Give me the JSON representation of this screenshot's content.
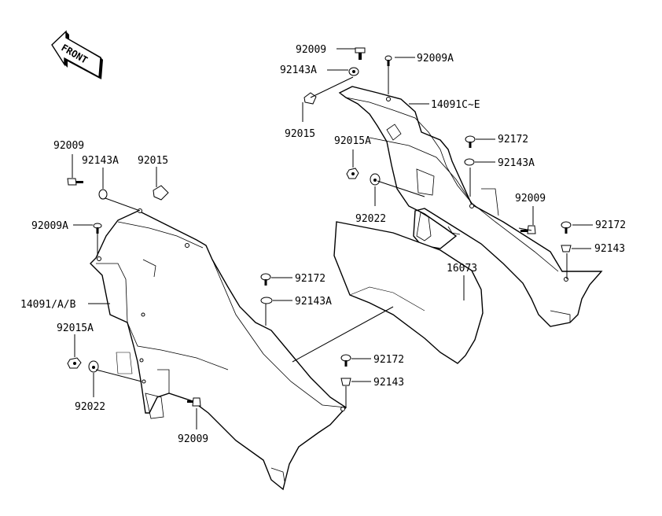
{
  "diagram": {
    "front_arrow_text": "FRONT",
    "callouts": {
      "r_92009": "92009",
      "r_92009A": "92009A",
      "r_92143A_top": "92143A",
      "r_14091CE": "14091C~E",
      "r_92015": "92015",
      "r_92015A": "92015A",
      "r_92172_a": "92172",
      "r_92143A_b": "92143A",
      "r_92009_b": "92009",
      "r_92022": "92022",
      "r_92172_b": "92172",
      "r_92143": "92143",
      "c_16073": "16073",
      "c_92172_a": "92172",
      "c_92143A": "92143A",
      "c_92172_b": "92172",
      "c_92143": "92143",
      "l_92009": "92009",
      "l_92143A": "92143A",
      "l_92015": "92015",
      "l_92009A": "92009A",
      "l_14091AB": "14091/A/B",
      "l_92015A": "92015A",
      "l_92022": "92022",
      "l_92009_b": "92009"
    }
  }
}
